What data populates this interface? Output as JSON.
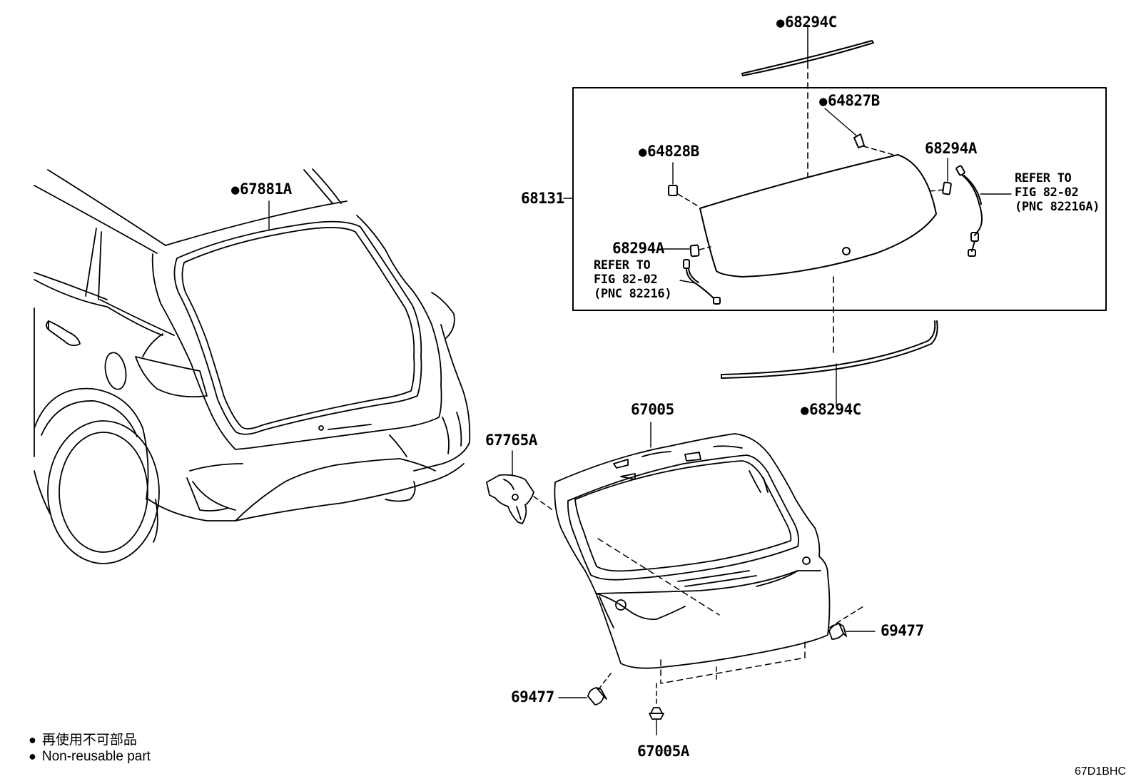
{
  "labels": {
    "p68294C_top": "68294C",
    "p64827B": "64827B",
    "p64828B": "64828B",
    "p68294A_right": "68294A",
    "p68131": "68131",
    "p68294A_left": "68294A",
    "p67881A": "67881A",
    "p68294C_bottom": "68294C",
    "p67005": "67005",
    "p67765A": "67765A",
    "p69477_right": "69477",
    "p69477_left": "69477",
    "p67005A": "67005A"
  },
  "refer_right": {
    "line1": "REFER TO",
    "line2": "FIG 82-02",
    "line3": "(PNC 82216A)"
  },
  "refer_left": {
    "line1": "REFER TO",
    "line2": "FIG 82-02",
    "line3": "(PNC 82216)"
  },
  "legend": {
    "bullet": "●",
    "line_jp": "再使用不可部品",
    "line_en": "Non-reusable part"
  },
  "figure_code": "67D1BHC"
}
